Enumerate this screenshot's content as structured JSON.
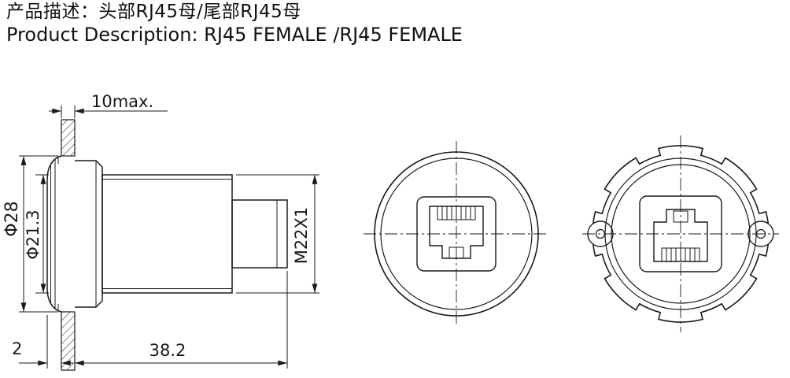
{
  "header": {
    "title_zh": "产品描述：头部RJ45母/尾部RJ45母",
    "title_en": "Product Description: RJ45 FEMALE /RJ45 FEMALE"
  },
  "drawing": {
    "dimensions": {
      "panel_thickness_max": "10max.",
      "flange_diameter": "Φ28",
      "body_diameter": "Φ21.3",
      "thread_spec": "M22X1",
      "flange_lip": "2",
      "body_length": "38.2"
    },
    "line_color": "#1a1a1a",
    "background": "#ffffff"
  }
}
